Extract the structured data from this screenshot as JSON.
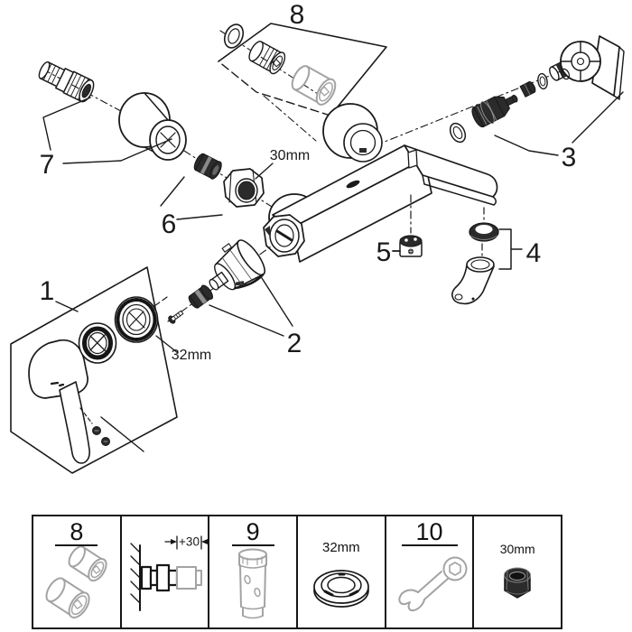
{
  "diagram": {
    "part_labels": {
      "p1": "1",
      "p2": "2",
      "p3": "3",
      "p4": "4",
      "p5": "5",
      "p6": "6",
      "p7": "7",
      "p8": "8"
    },
    "dimensions": {
      "union_nut": "30mm",
      "handle_ring": "32mm"
    }
  },
  "legend": {
    "cells": [
      {
        "name": "extension-set",
        "label": "8"
      },
      {
        "name": "wall-mounting-dimension",
        "label": "+30"
      },
      {
        "name": "cartridge-socket-tool",
        "label": "9"
      },
      {
        "name": "mounting-ring",
        "label": "32mm"
      },
      {
        "name": "open-end-wrench",
        "label": "10"
      },
      {
        "name": "hex-cap-nut",
        "label": "30mm"
      }
    ]
  },
  "colors": {
    "line": "#1a1a1a",
    "gray_part": "#a3a3a3",
    "dark_part": "#2b2b2b",
    "background": "#ffffff"
  }
}
